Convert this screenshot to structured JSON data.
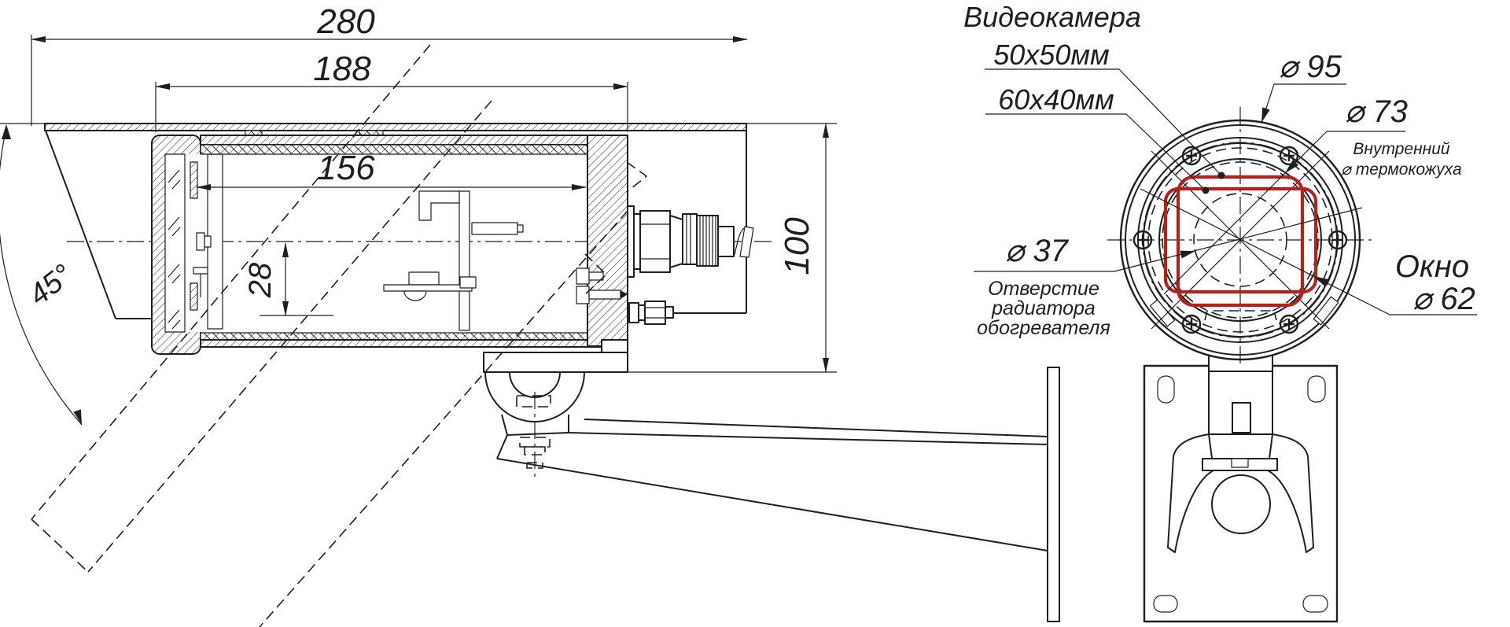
{
  "drawing": {
    "type": "engineering-drawing",
    "language": "ru",
    "colors": {
      "line": "#1f1f1f",
      "accent_red": "#b3231e",
      "background": "#ffffff"
    },
    "side_view": {
      "dim_overall_length": "280",
      "dim_body_length": "188",
      "dim_inner_length": "156",
      "dim_axis_offset": "28",
      "dim_height": "100",
      "visor_tilt_angle": "45°"
    },
    "front_view": {
      "title": "Видеокамера",
      "camera_size_large": "50x50мм",
      "camera_size_small": "60x40мм",
      "dia_flange": "⌀ 95",
      "dia_inner": "⌀ 73",
      "dia_inner_note_1": "Внутренний",
      "dia_inner_note_2": "⌀ термокожуха",
      "dia_heater": "⌀ 37",
      "heater_note_1": "Отверстие",
      "heater_note_2": "радиатора",
      "heater_note_3": "обогревателя",
      "window_label": "Окно",
      "window_dia": "⌀ 62"
    }
  }
}
